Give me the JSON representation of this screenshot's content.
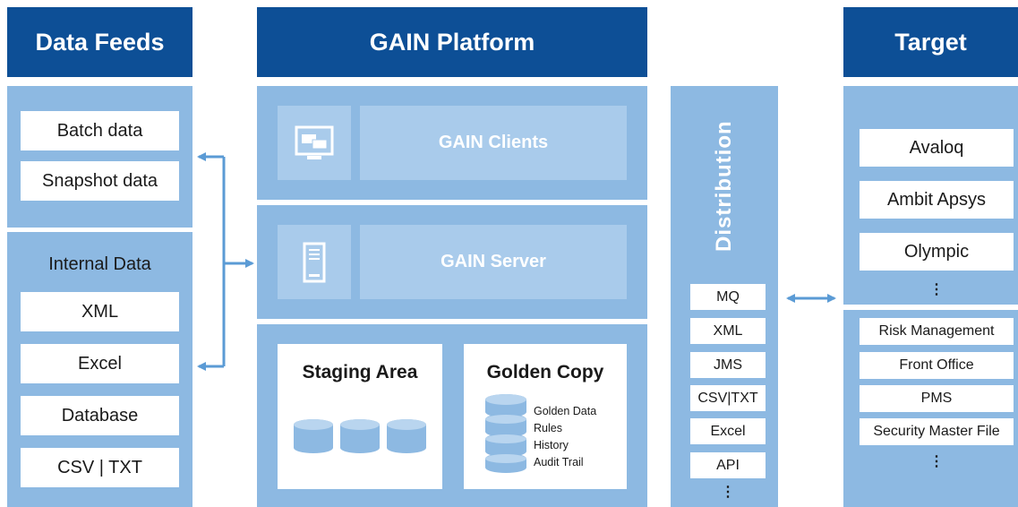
{
  "headers": {
    "data_feeds": "Data Feeds",
    "platform": "GAIN Platform",
    "target": "Target"
  },
  "data_feeds": {
    "external_items": [
      "Batch data",
      "Snapshot data"
    ],
    "internal_title": "Internal Data",
    "internal_items": [
      "XML",
      "Excel",
      "Database",
      "CSV | TXT"
    ]
  },
  "platform": {
    "clients_label": "GAIN Clients",
    "server_label": "GAIN Server",
    "staging_title": "Staging Area",
    "golden_title": "Golden Copy",
    "golden_items": [
      "Golden Data",
      "Rules",
      "History",
      "Audit Trail"
    ]
  },
  "distribution": {
    "title": "Distribution",
    "formats": [
      "MQ",
      "XML",
      "JMS",
      "CSV|TXT",
      "Excel",
      "API"
    ],
    "more": "⋮"
  },
  "target": {
    "systems": [
      "Avaloq",
      "Ambit Apsys",
      "Olympic"
    ],
    "more_systems": "⋮",
    "functions": [
      "Risk Management",
      "Front Office",
      "PMS",
      "Security Master File"
    ],
    "more_functions": "⋮"
  },
  "colors": {
    "header_blue": "#0d4f96",
    "panel_blue": "#8db9e2",
    "lane_blue": "#a9cbeb",
    "arrow_blue": "#5b9bd5"
  },
  "icons": [
    "monitor-icon",
    "server-icon",
    "database-icon",
    "arrow-icon"
  ]
}
